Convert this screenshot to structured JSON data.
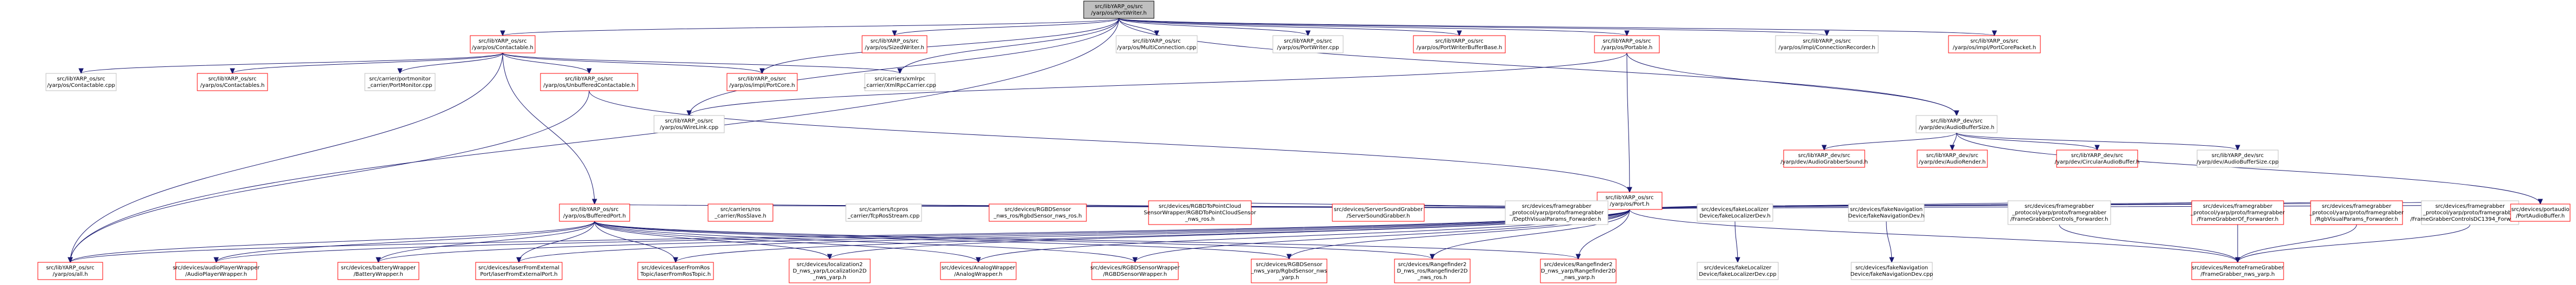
{
  "colors": {
    "focus_fill": "#bfbfbf",
    "normal_fill": "#ffffff",
    "normal_border": "#bfbfbf",
    "red_border": "#ff0000",
    "edge": "#191970",
    "text": "#000000"
  },
  "nodes": [
    {
      "id": "portwriter",
      "lines": [
        "src/libYARP_os/src",
        "/yarp/os/PortWriter.h"
      ],
      "style": "focus"
    },
    {
      "id": "contactable",
      "lines": [
        "src/libYARP_os/src",
        "/yarp/os/Contactable.h"
      ],
      "style": "red"
    },
    {
      "id": "sizedwriter",
      "lines": [
        "src/libYARP_os/src",
        "/yarp/os/SizedWriter.h"
      ],
      "style": "red"
    },
    {
      "id": "multiconn",
      "lines": [
        "src/libYARP_os/src",
        "/yarp/os/MultiConnection.cpp"
      ],
      "style": "normal"
    },
    {
      "id": "portwritercpp",
      "lines": [
        "src/libYARP_os/src",
        "/yarp/os/PortWriter.cpp"
      ],
      "style": "normal"
    },
    {
      "id": "pwbufferbase",
      "lines": [
        "src/libYARP_os/src",
        "/yarp/os/PortWriterBufferBase.h"
      ],
      "style": "red"
    },
    {
      "id": "portable",
      "lines": [
        "src/libYARP_os/src",
        "/yarp/os/Portable.h"
      ],
      "style": "red"
    },
    {
      "id": "connrecorder",
      "lines": [
        "src/libYARP_os/src",
        "/yarp/os/impl/ConnectionRecorder.h"
      ],
      "style": "normal"
    },
    {
      "id": "portcorepacket",
      "lines": [
        "src/libYARP_os/src",
        "/yarp/os/impl/PortCorePacket.h"
      ],
      "style": "red"
    },
    {
      "id": "contactablecpp",
      "lines": [
        "src/libYARP_os/src",
        "/yarp/os/Contactable.cpp"
      ],
      "style": "normal"
    },
    {
      "id": "contactables",
      "lines": [
        "src/libYARP_os/src",
        "/yarp/os/Contactables.h"
      ],
      "style": "red"
    },
    {
      "id": "portmonitor",
      "lines": [
        "src/carrier/portmonitor",
        "_carrier/PortMonitor.cpp"
      ],
      "style": "normal"
    },
    {
      "id": "unbuffered",
      "lines": [
        "src/libYARP_os/src",
        "/yarp/os/UnbufferedContactable.h"
      ],
      "style": "red"
    },
    {
      "id": "portcoreh",
      "lines": [
        "src/libYARP_os/src",
        "/yarp/os/impl/PortCore.h"
      ],
      "style": "red"
    },
    {
      "id": "xmlrpc",
      "lines": [
        "src/carriers/xmlrpc",
        "_carrier/XmlRpcCarrier.cpp"
      ],
      "style": "normal"
    },
    {
      "id": "wirelink",
      "lines": [
        "src/libYARP_os/src",
        "/yarp/os/WireLink.cpp"
      ],
      "style": "normal"
    },
    {
      "id": "audiobuffersize",
      "lines": [
        "src/libYARP_dev/src",
        "/yarp/dev/AudioBufferSize.h"
      ],
      "style": "normal"
    },
    {
      "id": "audiograbber",
      "lines": [
        "src/libYARP_dev/src",
        "/yarp/dev/AudioGrabberSound.h"
      ],
      "style": "red"
    },
    {
      "id": "audiorender",
      "lines": [
        "src/libYARP_dev/src",
        "/yarp/dev/AudioRender.h"
      ],
      "style": "red"
    },
    {
      "id": "circularaudio",
      "lines": [
        "src/libYARP_dev/src",
        "/yarp/dev/CircularAudioBuffer.h"
      ],
      "style": "red"
    },
    {
      "id": "audiobuffersizecpp",
      "lines": [
        "src/libYARP_dev/src",
        "/yarp/dev/AudioBufferSize.cpp"
      ],
      "style": "normal"
    },
    {
      "id": "porth",
      "lines": [
        "src/libYARP_os/src",
        "/yarp/os/Port.h"
      ],
      "style": "red"
    },
    {
      "id": "bufferedport",
      "lines": [
        "src/libYARP_os/src",
        "/yarp/os/BufferedPort.h"
      ],
      "style": "red"
    },
    {
      "id": "rosslave",
      "lines": [
        "src/carriers/ros",
        "_carrier/RosSlave.h"
      ],
      "style": "red"
    },
    {
      "id": "tcprosstream",
      "lines": [
        "src/carriers/tcpros",
        "_carrier/TcpRosStream.cpp"
      ],
      "style": "normal"
    },
    {
      "id": "rgbdsensorros",
      "lines": [
        "src/devices/RGBDSensor",
        "_nws_ros/RgbdSensor_nws_ros.h"
      ],
      "style": "red"
    },
    {
      "id": "rgbdpointcloud",
      "lines": [
        "src/devices/RGBDToPointCloud",
        "SensorWrapper/RGBDToPointCloudSensor",
        "_nws_ros.h"
      ],
      "style": "red"
    },
    {
      "id": "serversound",
      "lines": [
        "src/devices/ServerSoundGrabber",
        "/ServerSoundGrabber.h"
      ],
      "style": "red"
    },
    {
      "id": "depthvisual",
      "lines": [
        "src/devices/framegrabber",
        "_protocol/yarp/proto/framegrabber",
        "/DepthVisualParams_Forwarder.h"
      ],
      "style": "normal"
    },
    {
      "id": "fakelocalizer",
      "lines": [
        "src/devices/fakeLocalizer",
        "Device/fakeLocalizerDev.h"
      ],
      "style": "normal"
    },
    {
      "id": "fakenavigation",
      "lines": [
        "src/devices/fakeNavigation",
        "Device/fakeNavigationDev.h"
      ],
      "style": "normal"
    },
    {
      "id": "fgcontrols",
      "lines": [
        "src/devices/framegrabber",
        "_protocol/yarp/proto/framegrabber",
        "/FrameGrabberControls_Forwarder.h"
      ],
      "style": "normal"
    },
    {
      "id": "fgof",
      "lines": [
        "src/devices/framegrabber",
        "_protocol/yarp/proto/framegrabber",
        "/FrameGrabberOf_Forwarder.h"
      ],
      "style": "red"
    },
    {
      "id": "rgbvisual",
      "lines": [
        "src/devices/framegrabber",
        "_protocol/yarp/proto/framegrabber",
        "/RgbVisualParams_Forwarder.h"
      ],
      "style": "red"
    },
    {
      "id": "fgcontrolsdc1394",
      "lines": [
        "src/devices/framegrabber",
        "_protocol/yarp/proto/framegrabber",
        "/FrameGrabberControlsDC1394_Forwarder.h"
      ],
      "style": "normal"
    },
    {
      "id": "portaudio",
      "lines": [
        "src/devices/portaudio",
        "/PortAudioBuffer.h"
      ],
      "style": "red"
    },
    {
      "id": "yarpsall",
      "lines": [
        "src/libYARP_os/src",
        "/yarp/os/all.h"
      ],
      "style": "red"
    },
    {
      "id": "audioplayer",
      "lines": [
        "src/devices/audioPlayerWrapper",
        "/AudioPlayerWrapper.h"
      ],
      "style": "red"
    },
    {
      "id": "batterywrapper",
      "lines": [
        "src/devices/batteryWrapper",
        "/BatteryWrapper.h"
      ],
      "style": "red"
    },
    {
      "id": "laserexternal",
      "lines": [
        "src/devices/laserFromExternal",
        "Port/laserFromExternalPort.h"
      ],
      "style": "red"
    },
    {
      "id": "laserrostopic",
      "lines": [
        "src/devices/laserFromRos",
        "Topic/laserFromRosTopic.h"
      ],
      "style": "red"
    },
    {
      "id": "localization2d",
      "lines": [
        "src/devices/localization2",
        "D_nws_yarp/Localization2D",
        "_nws_yarp.h"
      ],
      "style": "red"
    },
    {
      "id": "analogwrapper",
      "lines": [
        "src/devices/AnalogWrapper",
        "/AnalogWrapper.h"
      ],
      "style": "red"
    },
    {
      "id": "rgbdsensorwrapper",
      "lines": [
        "src/devices/RGBDSensorWrapper",
        "/RGBDSensorWrapper.h"
      ],
      "style": "red"
    },
    {
      "id": "rgbdsensoryarp",
      "lines": [
        "src/devices/RGBDSensor",
        "_nws_yarp/RgbdSensor_nws",
        "_yarp.h"
      ],
      "style": "red"
    },
    {
      "id": "rangefinderros",
      "lines": [
        "src/devices/Rangefinder2",
        "D_nws_ros/Rangefinder2D",
        "_nws_ros.h"
      ],
      "style": "red"
    },
    {
      "id": "rangefinderyarp",
      "lines": [
        "src/devices/Rangefinder2",
        "D_nws_yarp/Rangefinder2D",
        "_nws_yarp.h"
      ],
      "style": "red"
    },
    {
      "id": "fakelocalizercpp",
      "lines": [
        "src/devices/fakeLocalizer",
        "Device/fakeLocalizerDev.cpp"
      ],
      "style": "normal"
    },
    {
      "id": "fakenavigationcpp",
      "lines": [
        "src/devices/fakeNavigation",
        "Device/fakeNavigationDev.cpp"
      ],
      "style": "normal"
    },
    {
      "id": "remoteframegrabber",
      "lines": [
        "src/devices/RemoteFrameGrabber",
        "/FrameGrabber_nws_yarp.h"
      ],
      "style": "red"
    }
  ],
  "edges": [
    [
      "portwriter",
      "contactable"
    ],
    [
      "portwriter",
      "sizedwriter"
    ],
    [
      "portwriter",
      "multiconn"
    ],
    [
      "portwriter",
      "portwritercpp"
    ],
    [
      "portwriter",
      "pwbufferbase"
    ],
    [
      "portwriter",
      "portable"
    ],
    [
      "portwriter",
      "connrecorder"
    ],
    [
      "portwriter",
      "portcorepacket"
    ],
    [
      "portwriter",
      "audiobuffersize"
    ],
    [
      "portwriter",
      "portcoreh"
    ],
    [
      "portwriter",
      "xmlrpc"
    ],
    [
      "portwriter",
      "wirelink"
    ],
    [
      "portwriter",
      "yarpsall"
    ],
    [
      "contactable",
      "contactablecpp"
    ],
    [
      "contactable",
      "contactables"
    ],
    [
      "contactable",
      "portmonitor"
    ],
    [
      "contactable",
      "unbuffered"
    ],
    [
      "contactable",
      "portcoreh"
    ],
    [
      "contactable",
      "xmlrpc"
    ],
    [
      "contactable",
      "bufferedport"
    ],
    [
      "contactable",
      "yarpsall"
    ],
    [
      "unbuffered",
      "porth"
    ],
    [
      "unbuffered",
      "yarpsall"
    ],
    [
      "portable",
      "porth"
    ],
    [
      "portable",
      "audiobuffersize"
    ],
    [
      "portable",
      "wirelink"
    ],
    [
      "audiobuffersize",
      "audiograbber"
    ],
    [
      "audiobuffersize",
      "audiorender"
    ],
    [
      "audiobuffersize",
      "circularaudio"
    ],
    [
      "audiobuffersize",
      "audiobuffersizecpp"
    ],
    [
      "audiobuffersize",
      "portaudio"
    ],
    [
      "porth",
      "bufferedport"
    ],
    [
      "porth",
      "rosslave"
    ],
    [
      "porth",
      "tcprosstream"
    ],
    [
      "porth",
      "rgbdsensorros"
    ],
    [
      "porth",
      "rgbdpointcloud"
    ],
    [
      "porth",
      "serversound"
    ],
    [
      "porth",
      "depthvisual"
    ],
    [
      "porth",
      "fakelocalizer"
    ],
    [
      "porth",
      "fakenavigation"
    ],
    [
      "porth",
      "fgcontrols"
    ],
    [
      "porth",
      "fgof"
    ],
    [
      "porth",
      "rgbvisual"
    ],
    [
      "porth",
      "fgcontrolsdc1394"
    ],
    [
      "porth",
      "portaudio"
    ],
    [
      "porth",
      "yarpsall"
    ],
    [
      "porth",
      "audioplayer"
    ],
    [
      "porth",
      "batterywrapper"
    ],
    [
      "porth",
      "laserexternal"
    ],
    [
      "porth",
      "laserrostopic"
    ],
    [
      "porth",
      "localization2d"
    ],
    [
      "porth",
      "analogwrapper"
    ],
    [
      "porth",
      "rgbdsensorwrapper"
    ],
    [
      "porth",
      "rgbdsensoryarp"
    ],
    [
      "porth",
      "rangefinderros"
    ],
    [
      "porth",
      "rangefinderyarp"
    ],
    [
      "porth",
      "remoteframegrabber"
    ],
    [
      "bufferedport",
      "yarpsall"
    ],
    [
      "bufferedport",
      "audioplayer"
    ],
    [
      "bufferedport",
      "batterywrapper"
    ],
    [
      "bufferedport",
      "laserexternal"
    ],
    [
      "bufferedport",
      "laserrostopic"
    ],
    [
      "bufferedport",
      "localization2d"
    ],
    [
      "bufferedport",
      "analogwrapper"
    ],
    [
      "bufferedport",
      "rgbdsensorwrapper"
    ],
    [
      "bufferedport",
      "rgbdsensoryarp"
    ],
    [
      "bufferedport",
      "rangefinderros"
    ],
    [
      "bufferedport",
      "rangefinderyarp"
    ],
    [
      "fakelocalizer",
      "fakelocalizercpp"
    ],
    [
      "fakenavigation",
      "fakenavigationcpp"
    ],
    [
      "fgcontrols",
      "remoteframegrabber"
    ],
    [
      "fgof",
      "remoteframegrabber"
    ],
    [
      "rgbvisual",
      "remoteframegrabber"
    ],
    [
      "fgcontrolsdc1394",
      "remoteframegrabber"
    ]
  ]
}
